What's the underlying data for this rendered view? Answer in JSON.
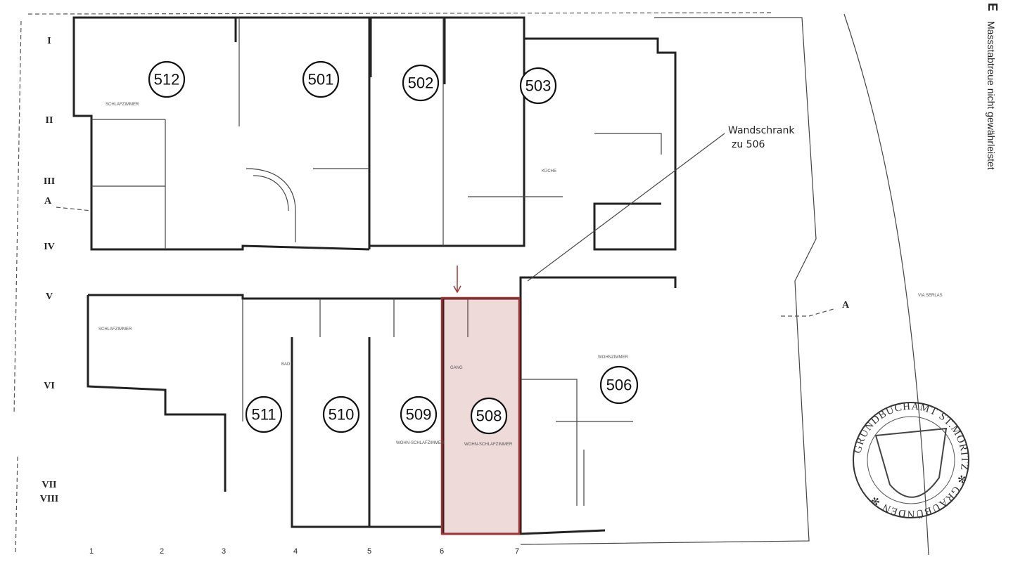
{
  "plan": {
    "units_top": [
      "512",
      "501",
      "502",
      "503"
    ],
    "units_bottom": [
      "511",
      "510",
      "509",
      "508"
    ],
    "unit_right": "506",
    "highlighted_unit": "508",
    "highlight_color": "#a83232",
    "row_axis": [
      "I",
      "II",
      "III",
      "IV",
      "V",
      "VI",
      "VII",
      "VIII"
    ],
    "column_axis": [
      "1",
      "2",
      "3",
      "4",
      "5",
      "6",
      "7"
    ],
    "section_marker": "A",
    "annotation_line1": "Wandschrank",
    "annotation_line2": "zu 506",
    "street_label": "VIA SERLAS",
    "room_labels": [
      "SCHLAFZIMMER",
      "WOHN-SCHLAFZIMMER",
      "KÜCHE",
      "GANG",
      "BAD",
      "WOHNZIMMER"
    ]
  },
  "sidebar": {
    "letter": "E",
    "disclaimer": "Massstabtreue nicht gewährleistet"
  },
  "stamp": {
    "text": "GRUNDBUCHAMT ST.MORITZ ✻ GRAUBÜNDEN ✻"
  }
}
